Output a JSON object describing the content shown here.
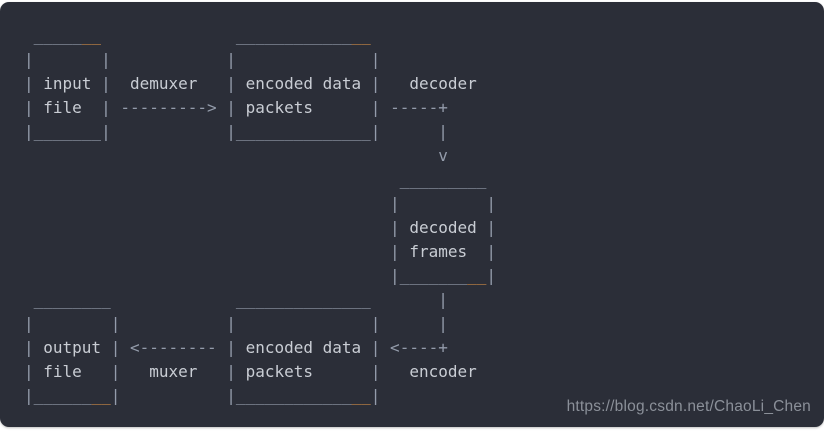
{
  "colors": {
    "background": "#2b2e38",
    "punct": "#949cab",
    "word": "#c9cdd4",
    "accent": "#cc8a45",
    "watermark": "#8b9099",
    "page": "#ffffff"
  },
  "watermark": {
    "text": "https://blog.csdn.net/ChaoLi_Chen"
  },
  "diagram": {
    "lines": [
      [
        {
          "t": " _____",
          "c": "p"
        },
        {
          "t": "__",
          "c": "a"
        },
        {
          "t": "              ____________",
          "c": "p"
        },
        {
          "t": "__",
          "c": "a"
        }
      ],
      [
        {
          "t": "|       |            |              |",
          "c": "p"
        }
      ],
      [
        {
          "t": "| ",
          "c": "p"
        },
        {
          "t": "input",
          "c": "w"
        },
        {
          "t": " |  ",
          "c": "p"
        },
        {
          "t": "demuxer",
          "c": "w"
        },
        {
          "t": "   | ",
          "c": "p"
        },
        {
          "t": "encoded data",
          "c": "w"
        },
        {
          "t": " |   ",
          "c": "p"
        },
        {
          "t": "decoder",
          "c": "w"
        }
      ],
      [
        {
          "t": "| ",
          "c": "p"
        },
        {
          "t": "file",
          "c": "w"
        },
        {
          "t": "  | ---------> | ",
          "c": "p"
        },
        {
          "t": "packets",
          "c": "w"
        },
        {
          "t": "      | -----+",
          "c": "p"
        }
      ],
      [
        {
          "t": "|_______|            |______________|      |",
          "c": "p"
        }
      ],
      [
        {
          "t": "                                           v",
          "c": "p"
        }
      ],
      [
        {
          "t": "                                       _________",
          "c": "p"
        }
      ],
      [
        {
          "t": "                                      |         |",
          "c": "p"
        }
      ],
      [
        {
          "t": "                                      | ",
          "c": "p"
        },
        {
          "t": "decoded",
          "c": "w"
        },
        {
          "t": " |",
          "c": "p"
        }
      ],
      [
        {
          "t": "                                      | ",
          "c": "p"
        },
        {
          "t": "frames",
          "c": "w"
        },
        {
          "t": "  |",
          "c": "p"
        }
      ],
      [
        {
          "t": "                                      |_______",
          "c": "p"
        },
        {
          "t": "__",
          "c": "a"
        },
        {
          "t": "|",
          "c": "p"
        }
      ],
      [
        {
          "t": " ________             ______________       |",
          "c": "p"
        }
      ],
      [
        {
          "t": "|        |           |              |      |",
          "c": "p"
        }
      ],
      [
        {
          "t": "| ",
          "c": "p"
        },
        {
          "t": "output",
          "c": "w"
        },
        {
          "t": " | <-------- | ",
          "c": "p"
        },
        {
          "t": "encoded data",
          "c": "w"
        },
        {
          "t": " | <----+",
          "c": "p"
        }
      ],
      [
        {
          "t": "| ",
          "c": "p"
        },
        {
          "t": "file",
          "c": "w"
        },
        {
          "t": "   |   ",
          "c": "p"
        },
        {
          "t": "muxer",
          "c": "w"
        },
        {
          "t": "   | ",
          "c": "p"
        },
        {
          "t": "packets",
          "c": "w"
        },
        {
          "t": "      |   ",
          "c": "p"
        },
        {
          "t": "encoder",
          "c": "w"
        }
      ],
      [
        {
          "t": "|______",
          "c": "p"
        },
        {
          "t": "__",
          "c": "a"
        },
        {
          "t": "|           |____________",
          "c": "p"
        },
        {
          "t": "__",
          "c": "a"
        },
        {
          "t": "|",
          "c": "p"
        }
      ]
    ]
  }
}
